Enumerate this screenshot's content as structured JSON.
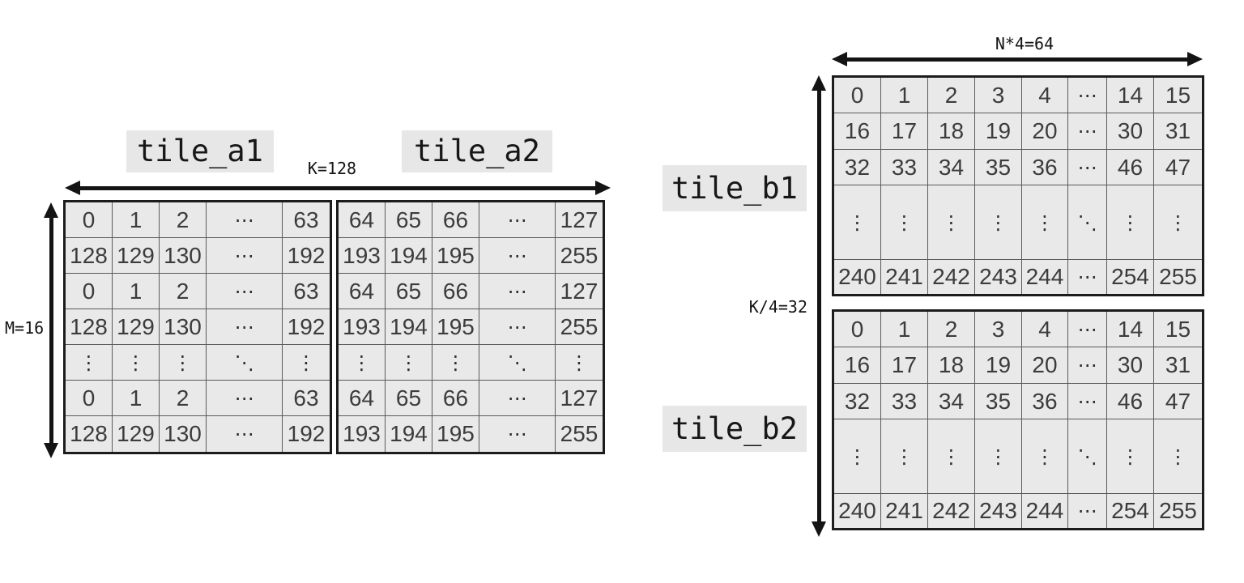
{
  "colors": {
    "background": "#ffffff",
    "cell_fill": "#e9e9e9",
    "inner_border": "#5a5a5a",
    "outer_border": "#1c1c1c",
    "arrow": "#141414",
    "label_highlight": "#e7e7e7",
    "cell_text": "#3c3c3c"
  },
  "left_group": {
    "tile_a1_label": "tile_a1",
    "tile_a2_label": "tile_a2",
    "k_dim_label": "K=128",
    "m_dim_label": "M=16",
    "table_a1": {
      "rows": [
        [
          "0",
          "1",
          "2",
          "⋯",
          "63"
        ],
        [
          "128",
          "129",
          "130",
          "⋯",
          "192"
        ],
        [
          "0",
          "1",
          "2",
          "⋯",
          "63"
        ],
        [
          "128",
          "129",
          "130",
          "⋯",
          "192"
        ],
        [
          "⋮",
          "⋮",
          "⋮",
          "⋱",
          "⋮"
        ],
        [
          "0",
          "1",
          "2",
          "⋯",
          "63"
        ],
        [
          "128",
          "129",
          "130",
          "⋯",
          "192"
        ]
      ]
    },
    "table_a2": {
      "rows": [
        [
          "64",
          "65",
          "66",
          "⋯",
          "127"
        ],
        [
          "193",
          "194",
          "195",
          "⋯",
          "255"
        ],
        [
          "64",
          "65",
          "66",
          "⋯",
          "127"
        ],
        [
          "193",
          "194",
          "195",
          "⋯",
          "255"
        ],
        [
          "⋮",
          "⋮",
          "⋮",
          "⋱",
          "⋮"
        ],
        [
          "64",
          "65",
          "66",
          "⋯",
          "127"
        ],
        [
          "193",
          "194",
          "195",
          "⋯",
          "255"
        ]
      ]
    }
  },
  "right_group": {
    "tile_b1_label": "tile_b1",
    "tile_b2_label": "tile_b2",
    "n_dim_label": "N*4=64",
    "k4_dim_label": "K/4=32",
    "table_b1": {
      "rows": [
        [
          "0",
          "1",
          "2",
          "3",
          "4",
          "⋯",
          "14",
          "15"
        ],
        [
          "16",
          "17",
          "18",
          "19",
          "20",
          "⋯",
          "30",
          "31"
        ],
        [
          "32",
          "33",
          "34",
          "35",
          "36",
          "⋯",
          "46",
          "47"
        ],
        [
          "⋮",
          "⋮",
          "⋮",
          "⋮",
          "⋮",
          "⋱",
          "⋮",
          "⋮"
        ],
        [
          "240",
          "241",
          "242",
          "243",
          "244",
          "⋯",
          "254",
          "255"
        ]
      ]
    },
    "table_b2": {
      "rows": [
        [
          "0",
          "1",
          "2",
          "3",
          "4",
          "⋯",
          "14",
          "15"
        ],
        [
          "16",
          "17",
          "18",
          "19",
          "20",
          "⋯",
          "30",
          "31"
        ],
        [
          "32",
          "33",
          "34",
          "35",
          "36",
          "⋯",
          "46",
          "47"
        ],
        [
          "⋮",
          "⋮",
          "⋮",
          "⋮",
          "⋮",
          "⋱",
          "⋮",
          "⋮"
        ],
        [
          "240",
          "241",
          "242",
          "243",
          "244",
          "⋯",
          "254",
          "255"
        ]
      ]
    }
  }
}
